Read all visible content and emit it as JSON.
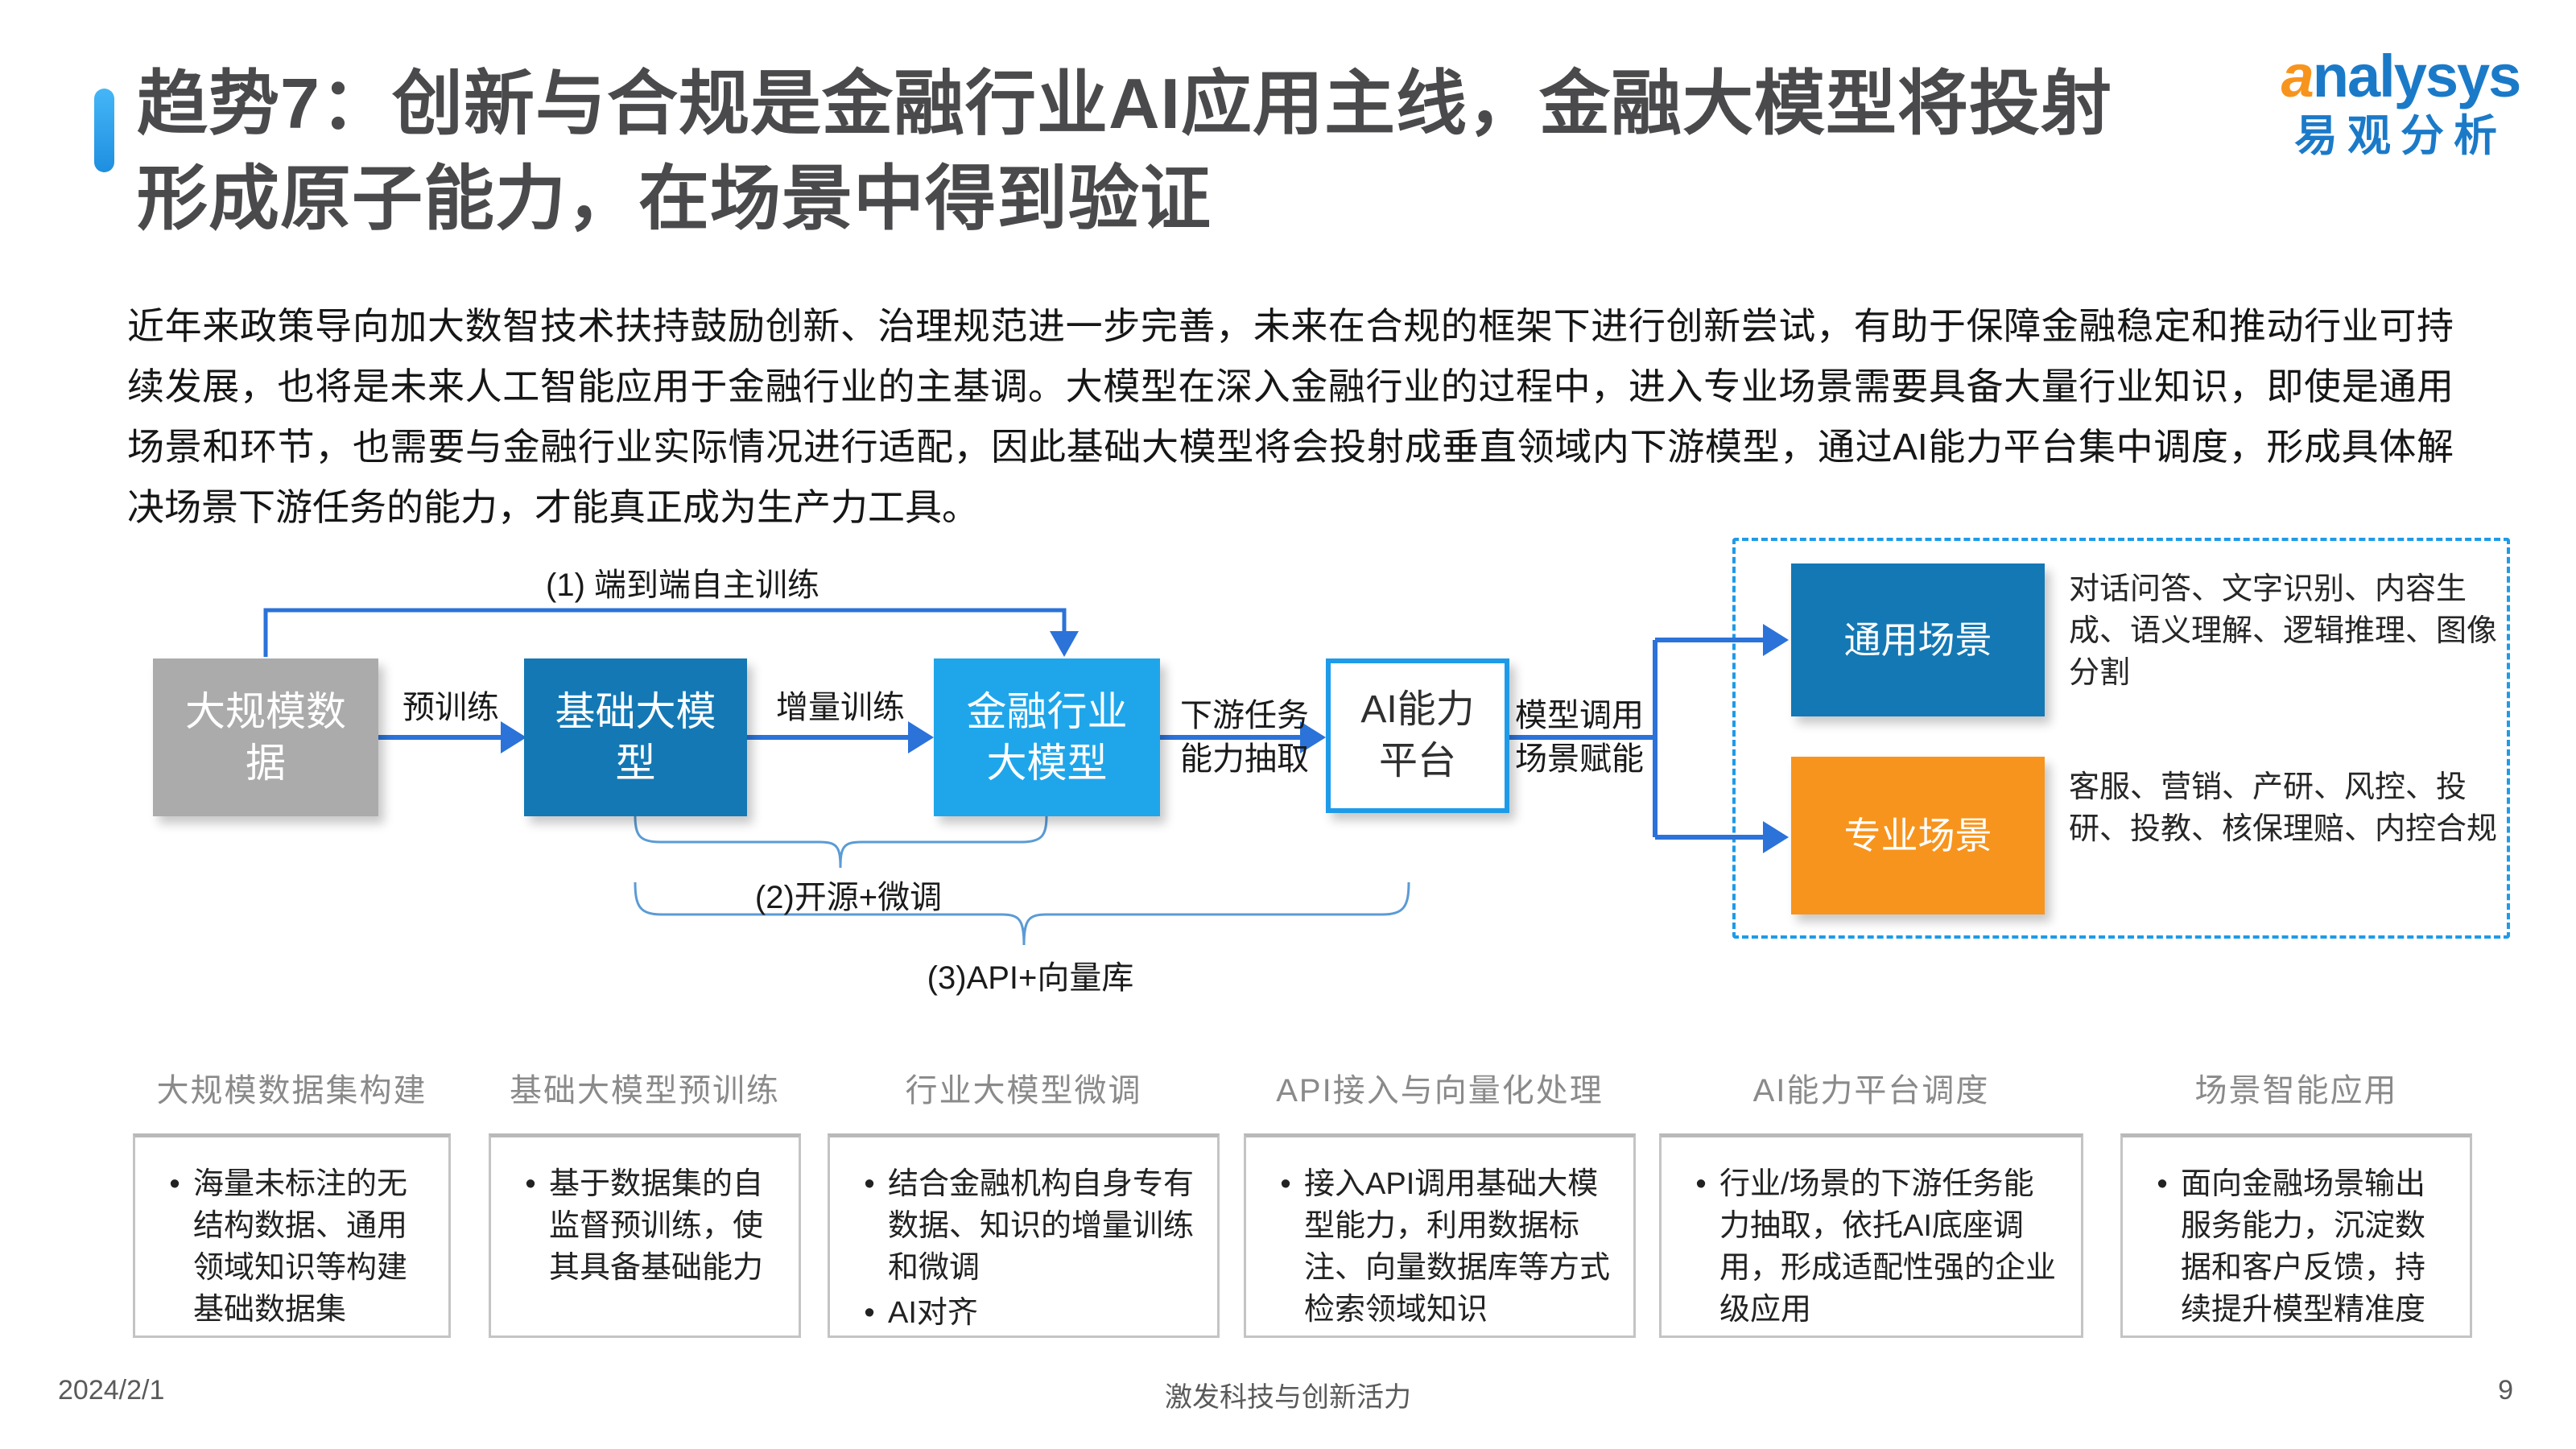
{
  "slide": {
    "title_line1": "趋势7：创新与合规是金融行业AI应用主线，金融大模型将投射",
    "title_line2": "形成原子能力，在场景中得到验证",
    "body": "近年来政策导向加大数智技术扶持鼓励创新、治理规范进一步完善，未来在合规的框架下进行创新尝试，有助于保障金融稳定和推动行业可持续发展，也将是未来人工智能应用于金融行业的主基调。大模型在深入金融行业的过程中，进入专业场景需要具备大量行业知识，即使是通用场景和环节，也需要与金融行业实际情况进行适配，因此基础大模型将会投射成垂直领域内下游模型，通过AI能力平台集中调度，形成具体解决场景下游任务的能力，才能真正成为生产力工具。",
    "footer": {
      "date": "2024/2/1",
      "slogan": "激发科技与创新活力",
      "page_number": "9"
    }
  },
  "logo": {
    "brand_a": "a",
    "brand_rest": "nalysys",
    "brand_cn": "易观分析"
  },
  "diagram": {
    "nodes": {
      "data": {
        "label": "大规模数\n据"
      },
      "foundation": {
        "label": "基础大模\n型"
      },
      "finance": {
        "label": "金融行业\n大模型"
      },
      "platform": {
        "label": "AI能力\n平台"
      },
      "general": {
        "label": "通用场景",
        "desc": "对话问答、文字识别、内容生成、语义理解、逻辑推理、图像分割"
      },
      "professional": {
        "label": "专业场景",
        "desc": "客服、营销、产研、风控、投研、投教、核保理赔、内控合规"
      }
    },
    "edges": {
      "pretrain": "预训练",
      "incremental": "增量训练",
      "downstream": "下游任务\n能力抽取",
      "invoke": "模型调用\n场景赋能"
    },
    "paths": {
      "p1": "(1) 端到端自主训练",
      "p2": "(2)开源+微调",
      "p3": "(3)API+向量库"
    }
  },
  "stages": [
    {
      "title": "大规模数据集构建",
      "bullets": [
        "海量未标注的无结构数据、通用领域知识等构建基础数据集"
      ]
    },
    {
      "title": "基础大模型预训练",
      "bullets": [
        "基于数据集的自监督预训练，使其具备基础能力"
      ]
    },
    {
      "title": "行业大模型微调",
      "bullets": [
        "结合金融机构自身专有数据、知识的增量训练和微调",
        "AI对齐"
      ]
    },
    {
      "title": "API接入与向量化处理",
      "bullets": [
        "接入API调用基础大模型能力，利用数据标注、向量数据库等方式检索领域知识"
      ]
    },
    {
      "title": "AI能力平台调度",
      "bullets": [
        "行业/场景的下游任务能力抽取，依托AI底座调用，形成适配性强的企业级应用"
      ]
    },
    {
      "title": "场景智能应用",
      "bullets": [
        "面向金融场景输出服务能力，沉淀数据和客户反馈，持续提升模型精准度"
      ]
    }
  ],
  "colors": {
    "accent_blue": "#29a5ee",
    "brand_blue": "#1b7ac8",
    "brand_orange": "#f7941e",
    "node_gray": "#ababab",
    "node_dark_blue": "#1478b4",
    "node_light_blue": "#1fa6ea",
    "node_orange": "#f7941e",
    "platform_border": "#1e9be8",
    "dashed_border": "#1e9be8",
    "arrow_blue": "#2b72d9",
    "brace_blue": "#5b9bd5"
  }
}
